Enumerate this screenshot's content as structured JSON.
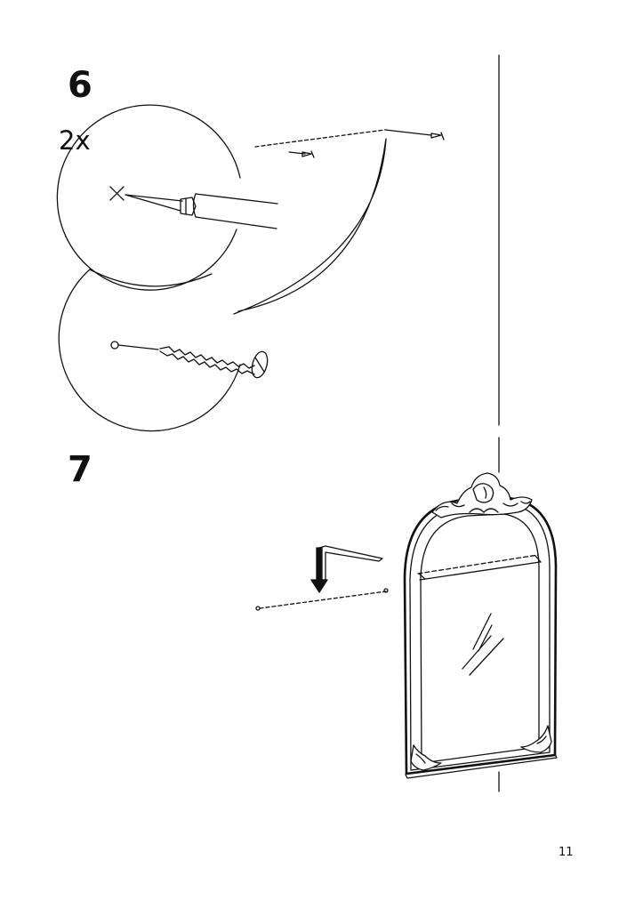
{
  "steps": [
    {
      "number": "6",
      "quantity": "2x"
    },
    {
      "number": "7"
    }
  ],
  "page_number": "11"
}
